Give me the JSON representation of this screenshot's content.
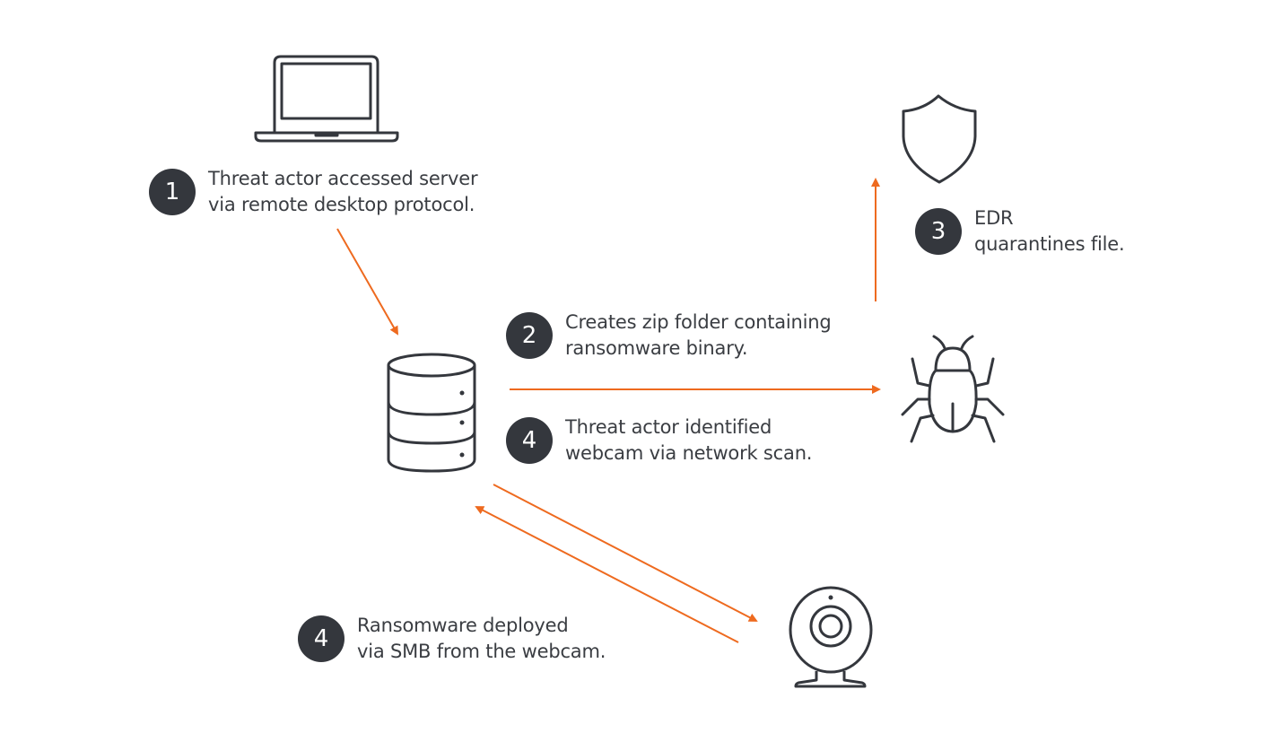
{
  "colors": {
    "arrow": "#ee6a1f",
    "icon_stroke": "#34373d",
    "badge_bg": "#34373d",
    "badge_text": "#ffffff",
    "text": "#3a3d42",
    "background": "#ffffff"
  },
  "nodes": [
    {
      "id": "laptop",
      "icon": "laptop-icon",
      "role": "threat actor workstation"
    },
    {
      "id": "server",
      "icon": "database-server-icon",
      "role": "server"
    },
    {
      "id": "malware",
      "icon": "bug-icon",
      "role": "ransomware binary"
    },
    {
      "id": "edr",
      "icon": "shield-icon",
      "role": "EDR"
    },
    {
      "id": "webcam",
      "icon": "webcam-icon",
      "role": "webcam"
    }
  ],
  "edges": [
    {
      "from": "laptop",
      "to": "server"
    },
    {
      "from": "server",
      "to": "malware"
    },
    {
      "from": "malware",
      "to": "edr"
    },
    {
      "from": "server",
      "to": "webcam"
    },
    {
      "from": "webcam",
      "to": "server"
    }
  ],
  "steps": [
    {
      "number": "1",
      "lines": [
        "Threat actor accessed server",
        "via remote desktop protocol."
      ]
    },
    {
      "number": "2",
      "lines": [
        "Creates zip folder containing",
        "ransomware binary."
      ]
    },
    {
      "number": "3",
      "lines": [
        "EDR",
        "quarantines file."
      ]
    },
    {
      "number": "4",
      "lines": [
        "Threat actor identified",
        "webcam via network scan."
      ]
    },
    {
      "number": "4",
      "lines": [
        "Ransomware deployed",
        "via SMB from the webcam."
      ]
    }
  ]
}
